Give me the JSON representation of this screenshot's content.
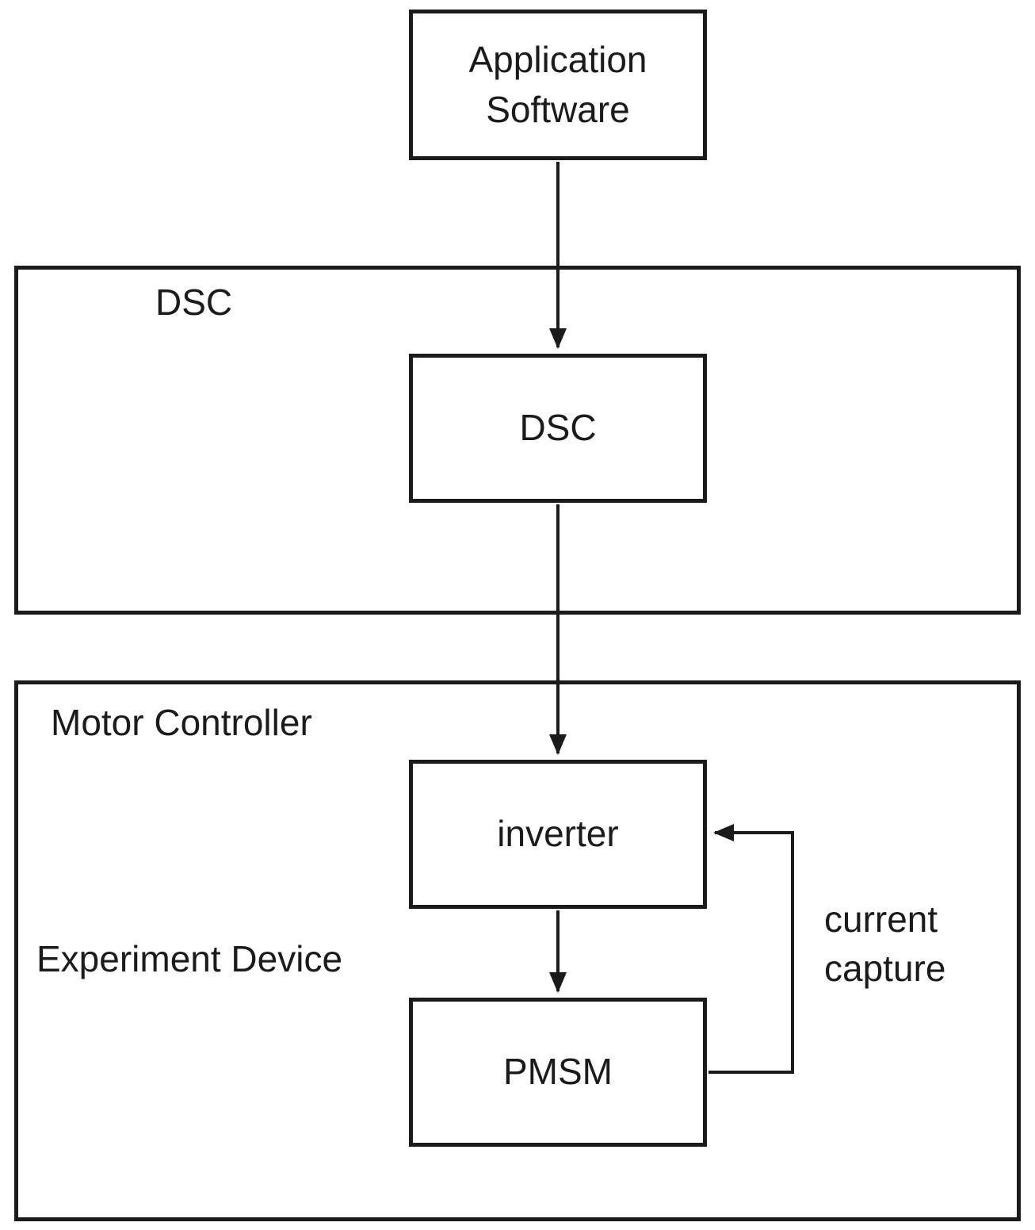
{
  "diagram": {
    "app_software": {
      "line1": "Application",
      "line2": "Software"
    },
    "dsc_container_label": "DSC",
    "dsc_box_label": "DSC",
    "motor_controller_label": "Motor Controller",
    "experiment_device_label": "Experiment Device",
    "inverter_label": "inverter",
    "pmsm_label": "PMSM",
    "current_capture": {
      "line1": "current",
      "line2": "capture"
    }
  },
  "colors": {
    "line": "#1b1b1b",
    "background": "#ffffff"
  }
}
